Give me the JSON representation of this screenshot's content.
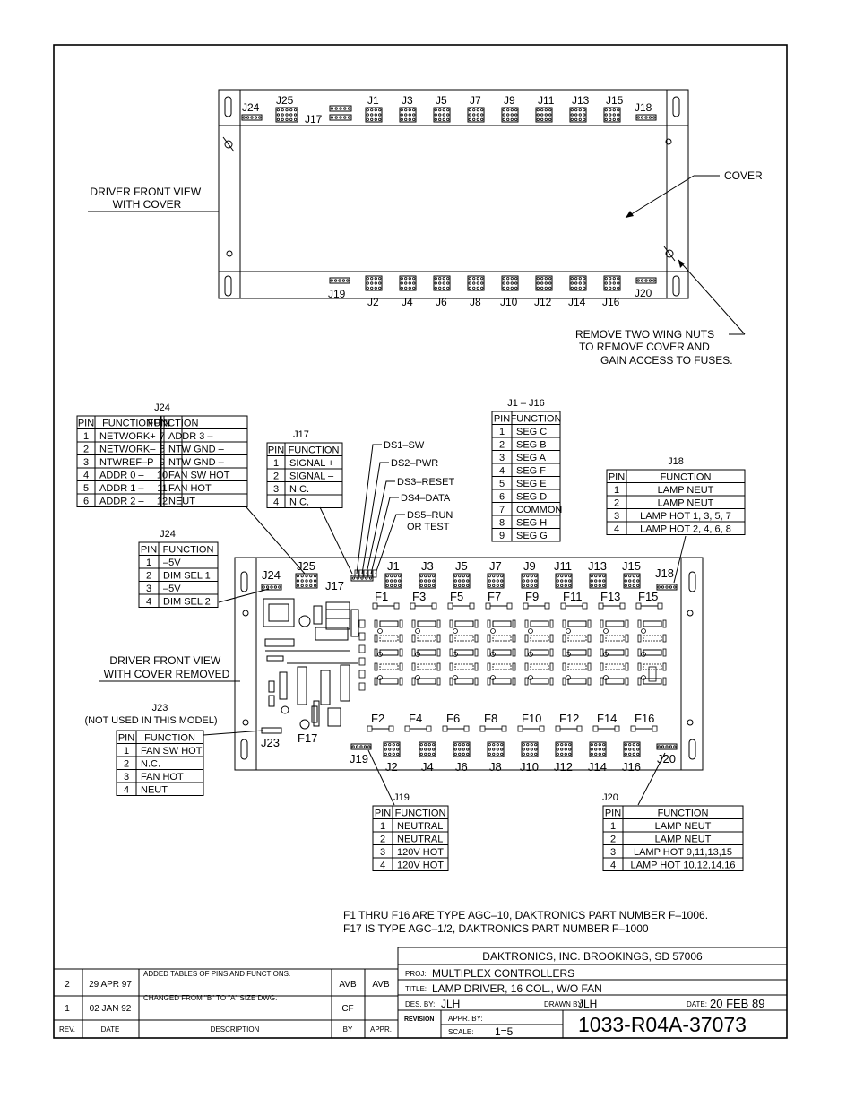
{
  "top_view": {
    "label_lines": [
      "DRIVER FRONT VIEW",
      "WITH COVER"
    ],
    "top_connectors": [
      "J24",
      "J25",
      "J17",
      "J1",
      "J3",
      "J5",
      "J7",
      "J9",
      "J11",
      "J13",
      "J15",
      "J18"
    ],
    "bottom_connectors": [
      "J19",
      "J2",
      "J4",
      "J6",
      "J8",
      "J10",
      "J12",
      "J14",
      "J16",
      "J20"
    ],
    "cover_label": "COVER",
    "wing_note": [
      "REMOVE TWO WING NUTS",
      "TO REMOVE COVER AND",
      "GAIN ACCESS TO FUSES."
    ]
  },
  "bottom_view": {
    "label_lines": [
      "DRIVER FRONT VIEW",
      "WITH COVER REMOVED"
    ],
    "top_connectors": [
      "J24",
      "J25",
      "J17",
      "J1",
      "J3",
      "J5",
      "J7",
      "J9",
      "J11",
      "J13",
      "J15",
      "J18"
    ],
    "top_fuses": [
      "F1",
      "F3",
      "F5",
      "F7",
      "F9",
      "F11",
      "F13",
      "F15"
    ],
    "bottom_fuses": [
      "F2",
      "F4",
      "F6",
      "F8",
      "F10",
      "F12",
      "F14",
      "F16"
    ],
    "f17": "F17",
    "j23": "J23",
    "bottom_connectors": [
      "J19",
      "J2",
      "J4",
      "J6",
      "J8",
      "J10",
      "J12",
      "J14",
      "J16",
      "J20"
    ]
  },
  "ds_labels": [
    "DS1–SW",
    "DS2–PWR",
    "DS3–RESET",
    "DS4–DATA",
    "DS5–RUN",
    "OR TEST"
  ],
  "tables": {
    "j24a": {
      "title": "J24",
      "head": [
        "PIN",
        "FUNCTION",
        "PIN",
        "FUNCTION"
      ],
      "rows": [
        [
          "1",
          "NETWORK+",
          "7",
          "ADDR 3 –"
        ],
        [
          "2",
          "NETWORK–",
          "8",
          "NTW GND –"
        ],
        [
          "3",
          "NTWREF–P",
          "9",
          "NTW GND –"
        ],
        [
          "4",
          "ADDR 0 –",
          "10",
          "FAN SW HOT"
        ],
        [
          "5",
          "ADDR 1 –",
          "11",
          "FAN HOT"
        ],
        [
          "6",
          "ADDR 2 –",
          "12",
          "NEUT"
        ]
      ]
    },
    "j17": {
      "title": "J17",
      "head": [
        "PIN",
        "FUNCTION"
      ],
      "rows": [
        [
          "1",
          "SIGNAL +"
        ],
        [
          "2",
          "SIGNAL –"
        ],
        [
          "3",
          "N.C."
        ],
        [
          "4",
          "N.C."
        ]
      ]
    },
    "j1j16": {
      "title": "J1 – J16",
      "head": [
        "PIN",
        "FUNCTION"
      ],
      "rows": [
        [
          "1",
          "SEG C"
        ],
        [
          "2",
          "SEG B"
        ],
        [
          "3",
          "SEG A"
        ],
        [
          "4",
          "SEG F"
        ],
        [
          "5",
          "SEG E"
        ],
        [
          "6",
          "SEG D"
        ],
        [
          "7",
          "COMMON"
        ],
        [
          "8",
          "SEG H"
        ],
        [
          "9",
          "SEG G"
        ]
      ]
    },
    "j18": {
      "title": "J18",
      "head": [
        "PIN",
        "FUNCTION"
      ],
      "rows": [
        [
          "1",
          "LAMP NEUT"
        ],
        [
          "2",
          "LAMP NEUT"
        ],
        [
          "3",
          "LAMP HOT 1, 3, 5, 7"
        ],
        [
          "4",
          "LAMP HOT 2, 4, 6, 8"
        ]
      ]
    },
    "j24b": {
      "title": "J24",
      "head": [
        "PIN",
        "FUNCTION"
      ],
      "rows": [
        [
          "1",
          "–5V"
        ],
        [
          "2",
          "DIM SEL 1"
        ],
        [
          "3",
          "–5V"
        ],
        [
          "4",
          "DIM SEL 2"
        ]
      ]
    },
    "j23": {
      "title": "J23",
      "subtitle": "(NOT USED IN THIS MODEL)",
      "head": [
        "PIN",
        "FUNCTION"
      ],
      "rows": [
        [
          "1",
          "FAN SW HOT"
        ],
        [
          "2",
          "N.C."
        ],
        [
          "3",
          "FAN HOT"
        ],
        [
          "4",
          "NEUT"
        ]
      ]
    },
    "j19": {
      "title": "J19",
      "head": [
        "PIN",
        "FUNCTION"
      ],
      "rows": [
        [
          "1",
          "NEUTRAL"
        ],
        [
          "2",
          "NEUTRAL"
        ],
        [
          "3",
          "120V HOT"
        ],
        [
          "4",
          "120V HOT"
        ]
      ]
    },
    "j20": {
      "title": "J20",
      "head": [
        "PIN",
        "FUNCTION"
      ],
      "rows": [
        [
          "1",
          "LAMP NEUT"
        ],
        [
          "2",
          "LAMP NEUT"
        ],
        [
          "3",
          "LAMP HOT 9,11,13,15"
        ],
        [
          "4",
          "LAMP HOT 10,12,14,16"
        ]
      ]
    }
  },
  "notes": [
    "F1 THRU F16 ARE TYPE AGC–10, DAKTRONICS PART NUMBER F–1006.",
    "F17 IS TYPE AGC–1/2, DAKTRONICS PART NUMBER F–1000"
  ],
  "title_block": {
    "company": "DAKTRONICS, INC.   BROOKINGS, SD 57006",
    "proj_label": "PROJ:",
    "proj": "MULTIPLEX CONTROLLERS",
    "title_label": "TITLE:",
    "title": "LAMP DRIVER, 16 COL., W/O FAN",
    "des_label": "DES. BY:",
    "des": "JLH",
    "drawn_label": "DRAWN BY:",
    "drawn": "JLH",
    "date_label": "DATE:",
    "date": "20 FEB 89",
    "revision_label": "REVISION",
    "appr_label": "APPR. BY:",
    "scale_label": "SCALE:",
    "scale": "1=5",
    "drawing_number": "1033-R04A-37073"
  },
  "revisions": {
    "head": [
      "REV.",
      "DATE",
      "DESCRIPTION",
      "BY",
      "APPR."
    ],
    "rows": [
      [
        "2",
        "29 APR 97",
        "ADDED TABLES OF PINS AND FUNCTIONS.",
        "AVB",
        "AVB"
      ],
      [
        "1",
        "02 JAN 92",
        "CHANGED FROM \"B\" TO \"A\" SIZE DWG.",
        "CF",
        ""
      ]
    ]
  }
}
